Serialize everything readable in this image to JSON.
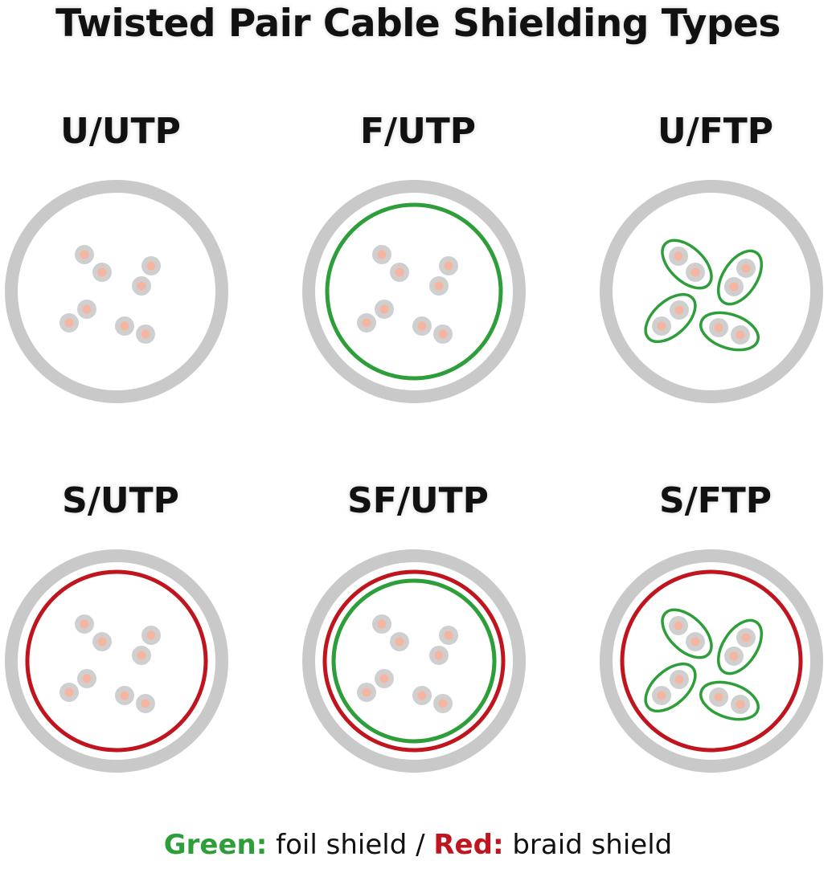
{
  "title": "Twisted Pair Cable Shielding Types",
  "colors": {
    "jacket": "#c9c9c9",
    "foil": "#2e9e3b",
    "braid": "#c0151f",
    "conductor_outer": "#cfcfcf",
    "conductor_inner": "#f5b5a0"
  },
  "cables": [
    {
      "label": "U/UTP",
      "overall_braid": false,
      "overall_foil": false,
      "pair_foil": false
    },
    {
      "label": "F/UTP",
      "overall_braid": false,
      "overall_foil": true,
      "pair_foil": false
    },
    {
      "label": "U/FTP",
      "overall_braid": false,
      "overall_foil": false,
      "pair_foil": true
    },
    {
      "label": "S/UTP",
      "overall_braid": true,
      "overall_foil": false,
      "pair_foil": false
    },
    {
      "label": "SF/UTP",
      "overall_braid": true,
      "overall_foil": true,
      "pair_foil": false
    },
    {
      "label": "S/FTP",
      "overall_braid": true,
      "overall_foil": false,
      "pair_foil": true
    }
  ],
  "legend": {
    "green_label": "Green:",
    "green_text": " foil shield / ",
    "red_label": "Red:",
    "red_text": " braid shield"
  }
}
